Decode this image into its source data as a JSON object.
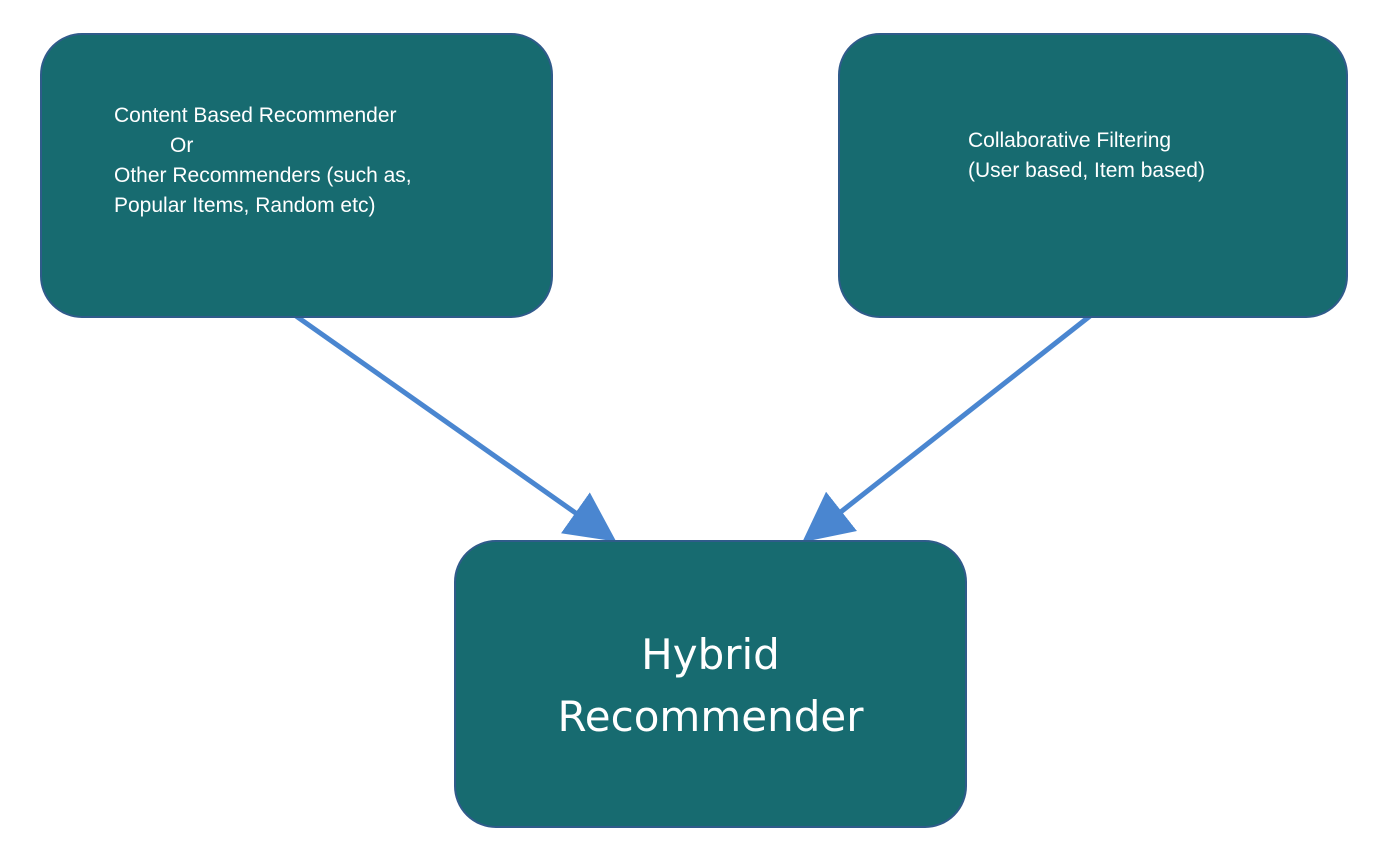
{
  "colors": {
    "node_fill": "#176b70",
    "node_border": "#2f5b8a",
    "arrow": "#4a86d0",
    "text": "#ffffff"
  },
  "nodes": {
    "content_based": {
      "lines": [
        "Content Based Recommender",
        "Or",
        "Other Recommenders (such as,",
        "Popular Items, Random etc)"
      ]
    },
    "collaborative": {
      "lines": [
        "Collaborative Filtering",
        "(User based, Item based)"
      ]
    },
    "hybrid": {
      "lines": [
        "Hybrid",
        "Recommender"
      ]
    }
  },
  "edges": [
    {
      "from": "content_based",
      "to": "hybrid"
    },
    {
      "from": "collaborative",
      "to": "hybrid"
    }
  ]
}
